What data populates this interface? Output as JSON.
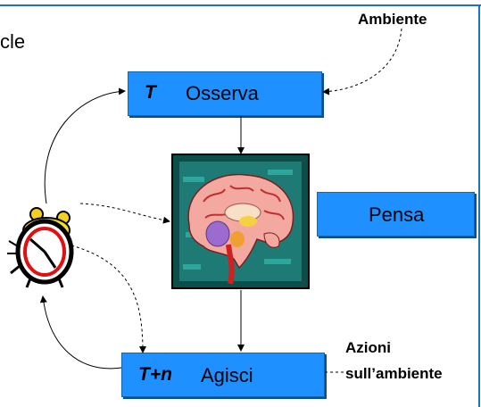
{
  "slide": {
    "cut_text": "cle",
    "ambiente_label": "Ambiente",
    "azioni_label_line1": "Azioni",
    "azioni_label_line2": "sull’ambiente"
  },
  "boxes": {
    "osserva": {
      "var": "T",
      "label": "Osserva"
    },
    "pensa": {
      "label": "Pensa"
    },
    "agisci": {
      "var": "T+n",
      "label": "Agisci"
    }
  },
  "icons": {
    "brain": "brain-clipart",
    "clock": "alarm-clock-clipart"
  },
  "colors": {
    "box_fill": "#1e90ff",
    "rule": "#1a75bb",
    "brain_frame": "#0e4e4a"
  }
}
